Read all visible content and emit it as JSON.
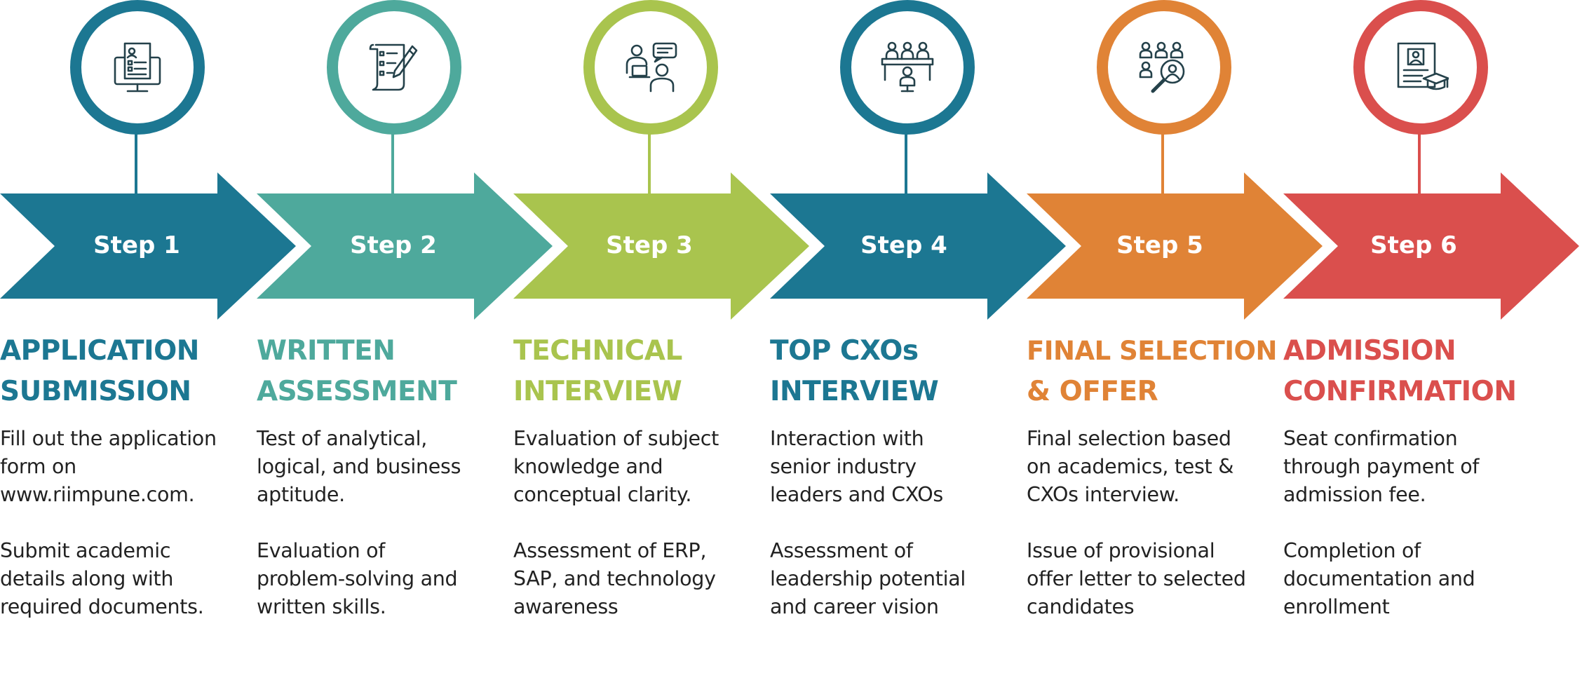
{
  "colors": {
    "teal_dark": "#1c7792",
    "teal_light": "#4ea99c",
    "lime": "#a9c44e",
    "orange": "#e08336",
    "red": "#da4f4d",
    "icon_stroke": "#24414a"
  },
  "steps": [
    {
      "label": "Step 1",
      "title_line1": "APPLICATION",
      "title_line2": "SUBMISSION",
      "p1": [
        "Fill out the application",
        "form on",
        "www.riimpune.com."
      ],
      "p2": [
        "Submit academic",
        "details along with",
        "required documents."
      ],
      "color": "#1c7792",
      "icon": "computer-form-icon"
    },
    {
      "label": "Step 2",
      "title_line1": "WRITTEN",
      "title_line2": "ASSESSMENT",
      "p1": [
        "Test of analytical,",
        "logical, and business",
        "aptitude."
      ],
      "p2": [
        "Evaluation of",
        "problem-solving and",
        "written skills."
      ],
      "color": "#4ea99c",
      "icon": "checklist-pen-icon"
    },
    {
      "label": "Step 3",
      "title_line1": "TECHNICAL",
      "title_line2": "INTERVIEW",
      "p1": [
        "Evaluation of subject",
        "knowledge and",
        "conceptual clarity."
      ],
      "p2": [
        "Assessment of ERP,",
        "SAP, and technology",
        "awareness"
      ],
      "color": "#a9c44e",
      "icon": "interview-chat-icon"
    },
    {
      "label": "Step 4",
      "title_line1": "TOP CXOs",
      "title_line2": "INTERVIEW",
      "p1": [
        "Interaction with",
        "senior industry",
        "leaders and CXOs"
      ],
      "p2": [
        "Assessment of",
        "leadership potential",
        "and career vision"
      ],
      "color": "#1c7792",
      "icon": "panel-meeting-icon"
    },
    {
      "label": "Step 5",
      "title_line1": "FINAL SELECTION",
      "title_line2": "& OFFER",
      "p1": [
        "Final selection based",
        "on academics, test &",
        "CXOs interview."
      ],
      "p2": [
        "Issue of provisional",
        "offer letter to selected",
        "candidates"
      ],
      "color": "#e08336",
      "icon": "candidate-search-icon"
    },
    {
      "label": "Step 6",
      "title_line1": "ADMISSION",
      "title_line2": "CONFIRMATION",
      "p1": [
        "Seat confirmation",
        "through payment of",
        "admission fee."
      ],
      "p2": [
        "Completion of",
        "documentation and",
        "enrollment"
      ],
      "color": "#da4f4d",
      "icon": "admission-certificate-icon"
    }
  ]
}
